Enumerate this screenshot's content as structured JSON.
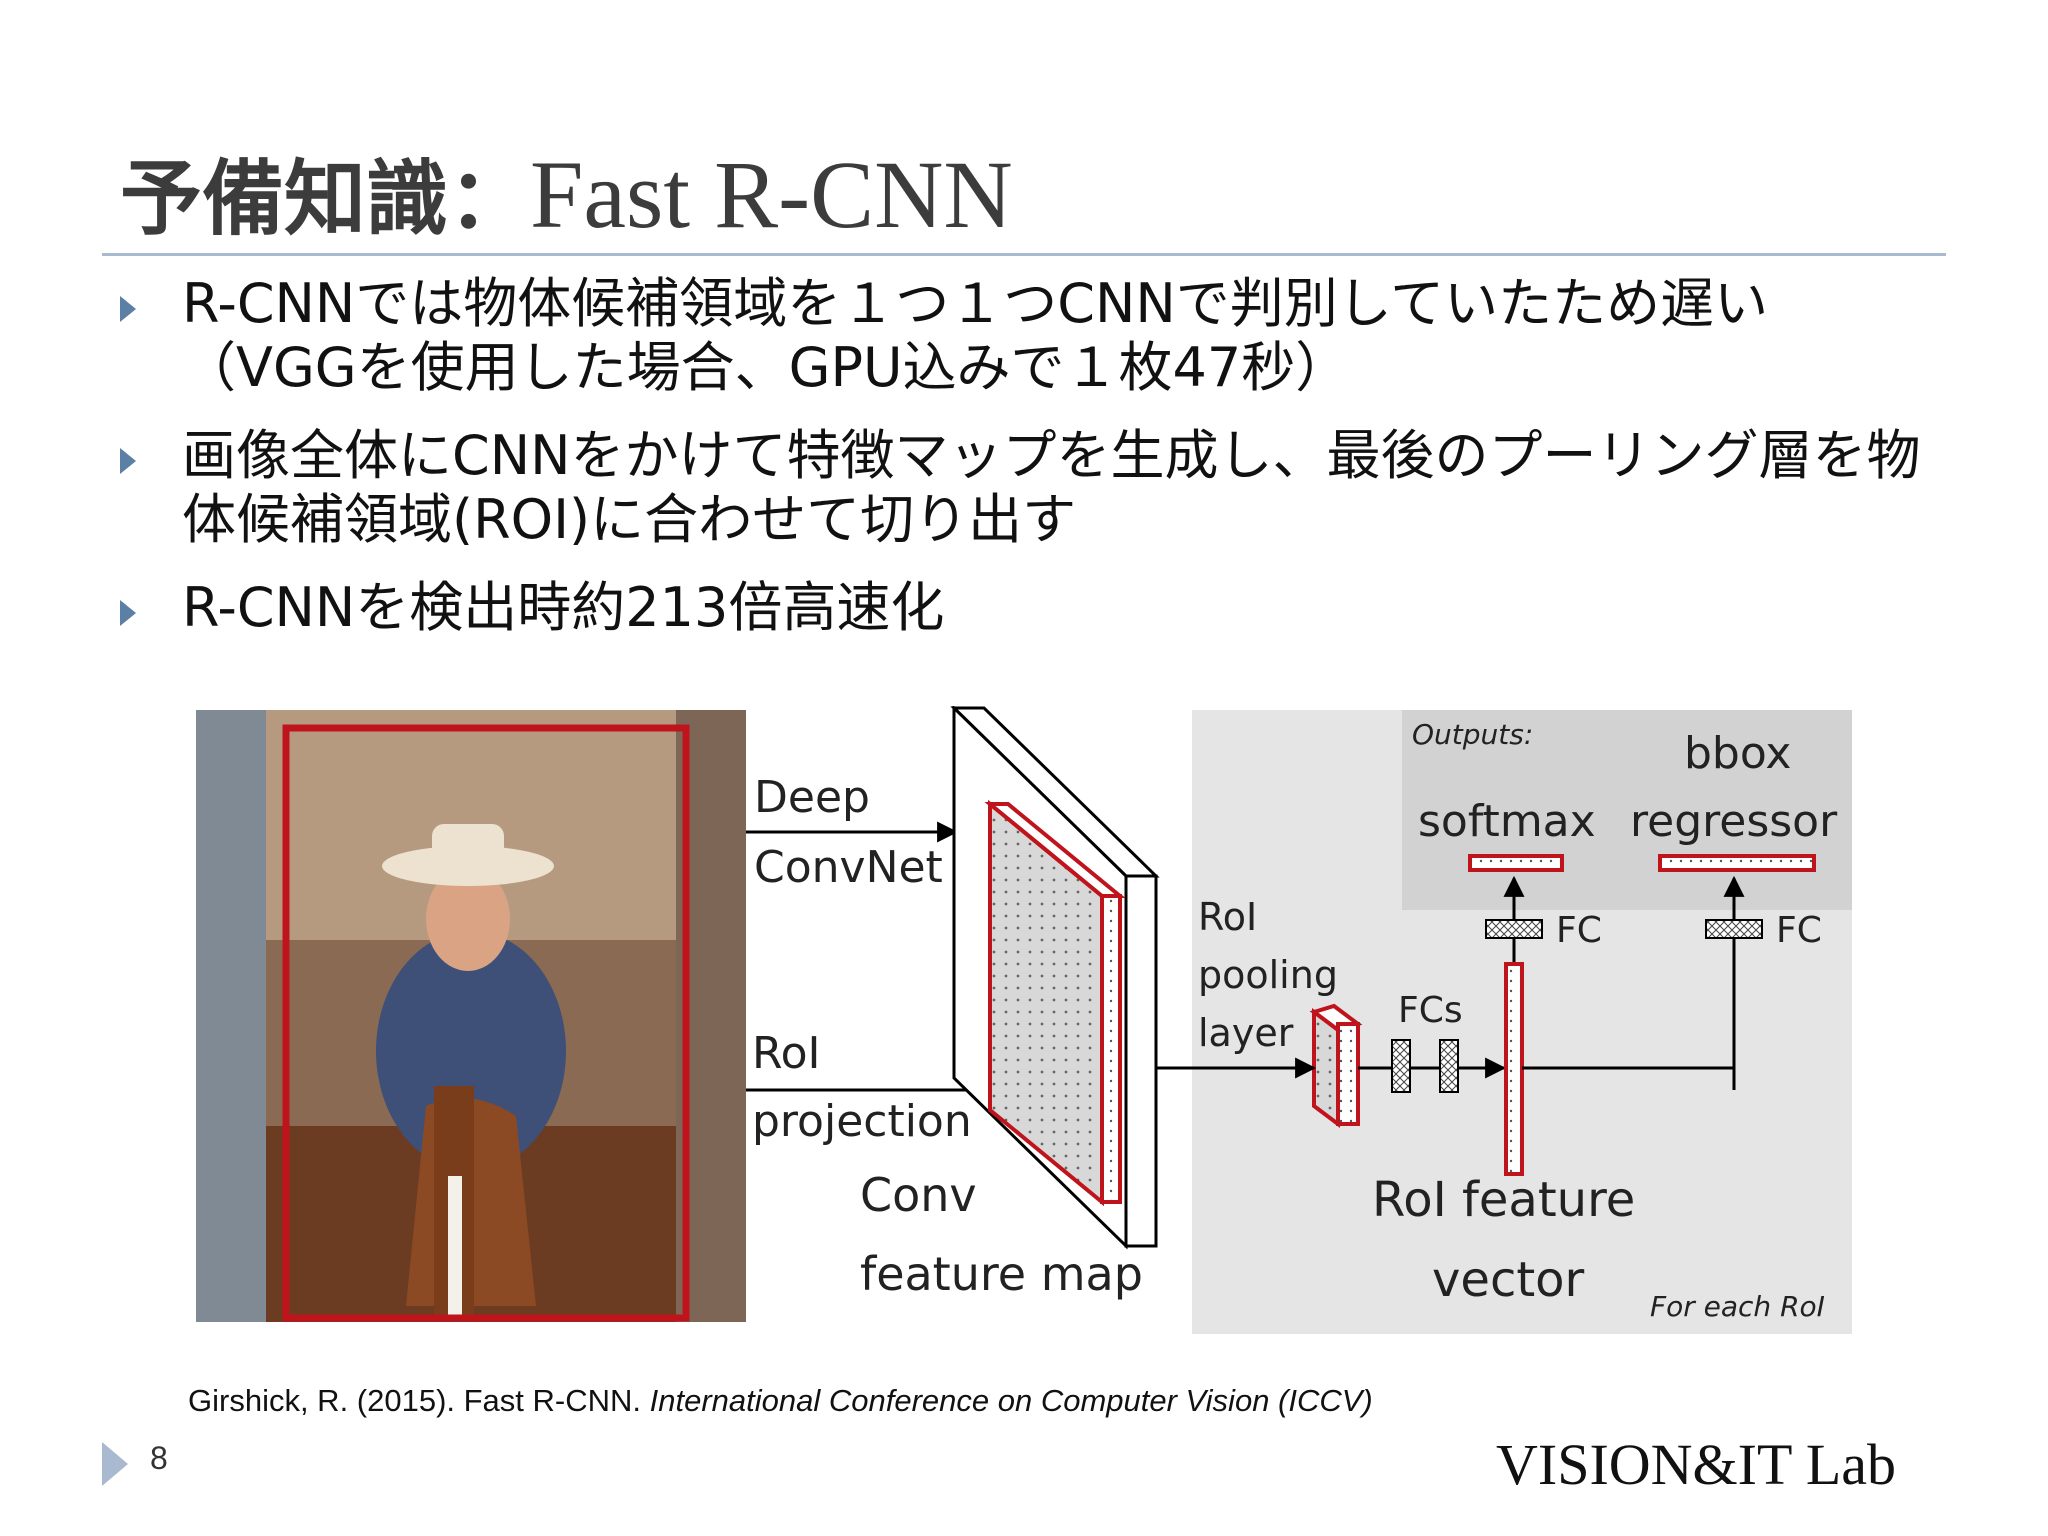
{
  "slide": {
    "title_jp": "予備知識",
    "title_sep": "：",
    "title_en": "Fast R-CNN",
    "bullets": [
      "R-CNNでは物体候補領域を１つ１つCNNで判別していたため遅い（VGGを使用した場合、GPU込みで１枚47秒）",
      "画像全体にCNNをかけて特徴マップを生成し、最後のプーリング層を物体候補領域(ROI)に合わせて切り出す",
      "R-CNNを検出時約213倍高速化"
    ]
  },
  "diagram": {
    "deep_convnet_1": "Deep",
    "deep_convnet_2": "ConvNet",
    "roi_projection_1": "RoI",
    "roi_projection_2": "projection",
    "conv_feature_map_1": "Conv",
    "conv_feature_map_2": "feature map",
    "roi_pooling_1": "RoI",
    "roi_pooling_2": "pooling",
    "roi_pooling_3": "layer",
    "fcs": "FCs",
    "outputs": "Outputs:",
    "softmax": "softmax",
    "bbox_1": "bbox",
    "bbox_2": "regressor",
    "fc_left": "FC",
    "fc_right": "FC",
    "roi_feature_vector_1": "RoI feature",
    "roi_feature_vector_2": "vector",
    "for_each_roi": "For each RoI",
    "highlight_color": "#c0141c"
  },
  "citation": {
    "plain": "Girshick, R. (2015). Fast R-CNN. ",
    "italic": "International Conference on Computer Vision (ICCV)"
  },
  "footer": {
    "page_number": "8",
    "logo_text": "VISION&IT Lab"
  }
}
